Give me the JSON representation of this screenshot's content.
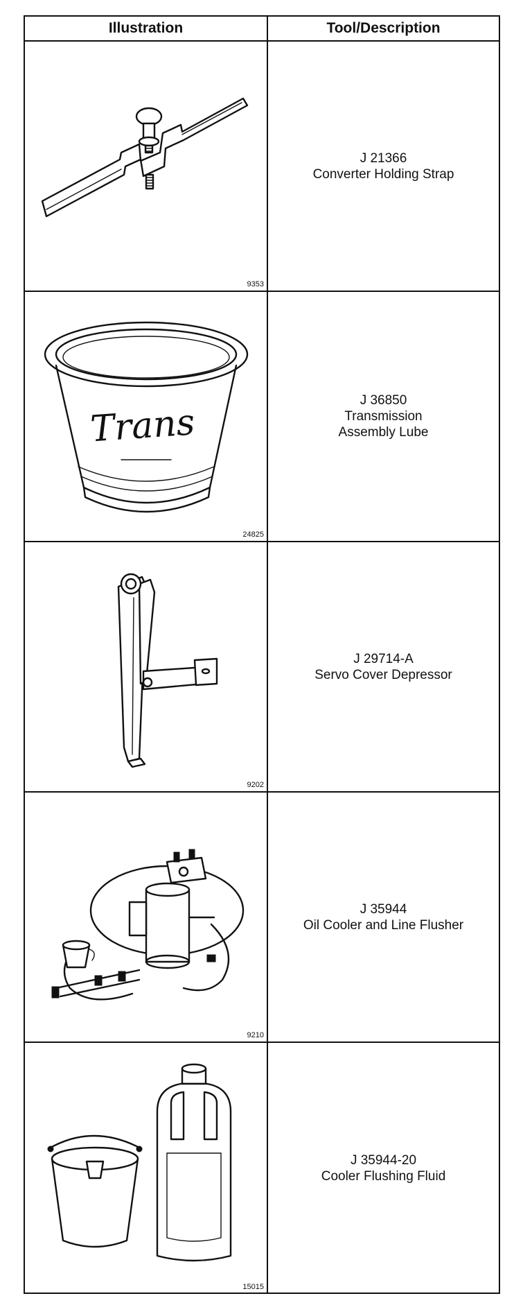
{
  "header": {
    "illustration": "Illustration",
    "tool_description": "Tool/Description"
  },
  "rows": [
    {
      "ref": "9353",
      "part_number": "J 21366",
      "desc_lines": [
        "Converter Holding Strap"
      ]
    },
    {
      "ref": "24825",
      "part_number": "J 36850",
      "desc_lines": [
        "Transmission",
        "Assembly Lube"
      ],
      "label_text": "Trans"
    },
    {
      "ref": "9202",
      "part_number": "J 29714-A",
      "desc_lines": [
        "Servo Cover Depressor"
      ]
    },
    {
      "ref": "9210",
      "part_number": "J 35944",
      "desc_lines": [
        "Oil Cooler and Line Flusher"
      ]
    },
    {
      "ref": "15015",
      "part_number": "J 35944-20",
      "desc_lines": [
        "Cooler Flushing Fluid"
      ]
    }
  ]
}
